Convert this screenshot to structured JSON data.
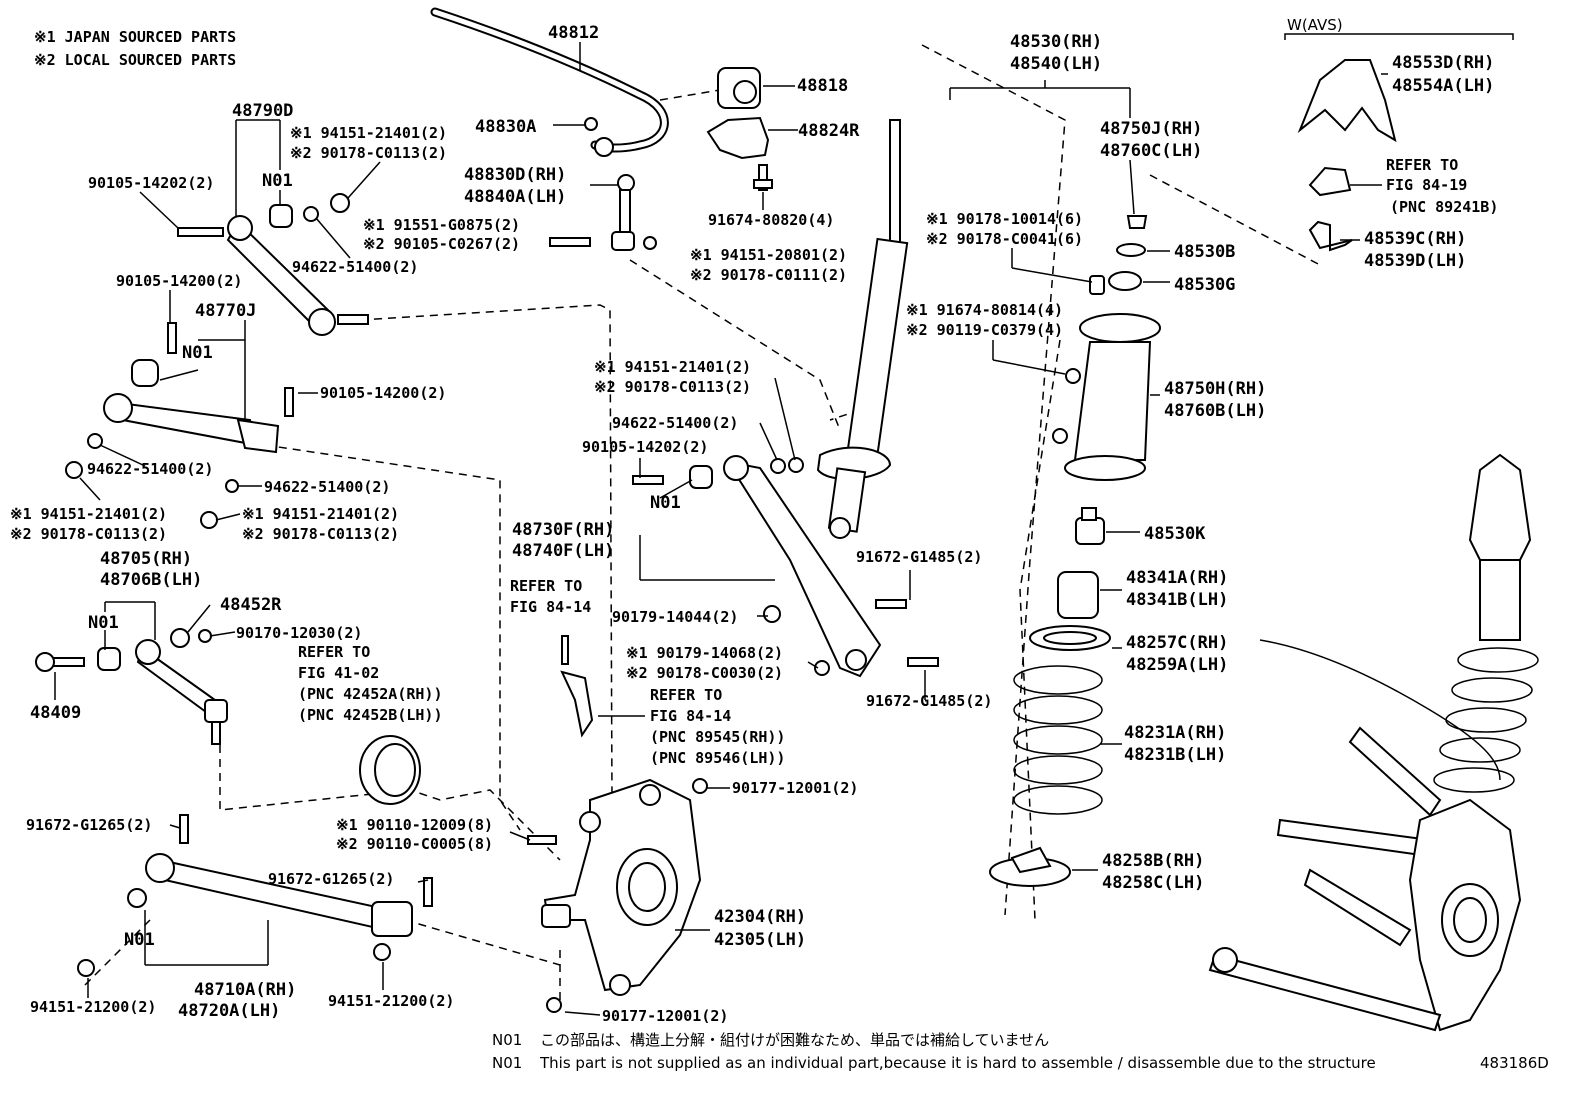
{
  "legend": {
    "japan": "※1 JAPAN SOURCED PARTS",
    "local": "※2 LOCAL SOURCED PARTS"
  },
  "avs": "W(AVS)",
  "labels": {
    "p48812": "48812",
    "p48818": "48818",
    "p48830A": "48830A",
    "p48824R": "48824R",
    "p48830D": "48830D(RH)",
    "p48840A": "48840A(LH)",
    "p91674_80820": "91674-80820(4)",
    "p91551": "※1 91551-G0875(2)",
    "p90105_C0267": "※2 90105-C0267(2)",
    "p94151_20801": "※1 94151-20801(2)",
    "p90178_C0111": "※2 90178-C0111(2)",
    "p48790D": "48790D",
    "p94151_21401_a": "※1 94151-21401(2)",
    "p90178_C0113_a": "※2 90178-C0113(2)",
    "n01_a": "N01",
    "p90105_14202_a": "90105-14202(2)",
    "p94622_51400_a": "94622-51400(2)",
    "p90105_14200_a": "90105-14200(2)",
    "p48770J": "48770J",
    "n01_b": "N01",
    "p90105_14200_b": "90105-14200(2)",
    "p94622_51400_b": "94622-51400(2)",
    "p94622_51400_c": "94622-51400(2)",
    "p94151_21401_b": "※1 94151-21401(2)",
    "p90178_C0113_b": "※2 90178-C0113(2)",
    "p94151_21401_c": "※1 94151-21401(2)",
    "p90178_C0113_c": "※2 90178-C0113(2)",
    "p48705": "48705(RH)",
    "p48706B": "48706B(LH)",
    "n01_c": "N01",
    "p48452R": "48452R",
    "p90170_12030": "90170-12030(2)",
    "p48409": "48409",
    "refer1_a": "REFER TO",
    "refer1_b": "FIG 41-02",
    "refer1_c": "(PNC 42452A(RH))",
    "refer1_d": "(PNC 42452B(LH))",
    "p91672_G1265_a": "91672-G1265(2)",
    "p91672_G1265_b": "91672-G1265(2)",
    "n01_d": "N01",
    "p94151_21200_a": "94151-21200(2)",
    "p48710A": "48710A(RH)",
    "p48720A": "48720A(LH)",
    "p94151_21200_b": "94151-21200(2)",
    "p90110_12009": "※1 90110-12009(8)",
    "p90110_C0005": "※2 90110-C0005(8)",
    "p94151_21401_d": "※1 94151-21401(2)",
    "p90178_C0113_d": "※2 90178-C0113(2)",
    "p94622_51400_d": "94622-51400(2)",
    "p90105_14202_b": "90105-14202(2)",
    "n01_e": "N01",
    "p48730F": "48730F(RH)",
    "p48740F": "48740F(LH)",
    "refer2_a": "REFER TO",
    "refer2_b": "FIG 84-14",
    "p90179_14044": "90179-14044(2)",
    "p90179_14068": "※1 90179-14068(2)",
    "p90178_C0030": "※2 90178-C0030(2)",
    "refer3_a": "REFER TO",
    "refer3_b": "FIG 84-14",
    "refer3_c": "(PNC 89545(RH))",
    "refer3_d": "(PNC 89546(LH))",
    "p90177_12001_a": "90177-12001(2)",
    "p42304": "42304(RH)",
    "p42305": "42305(LH)",
    "p90177_12001_b": "90177-12001(2)",
    "p91672_G1485_a": "91672-G1485(2)",
    "p91672_G1485_b": "91672-G1485(2)",
    "p48530": "48530(RH)",
    "p48540": "48540(LH)",
    "p48750J": "48750J(RH)",
    "p48760C": "48760C(LH)",
    "p90178_10014": "※1 90178-10014(6)",
    "p90178_C0041": "※2 90178-C0041(6)",
    "p48530B": "48530B",
    "p48530G": "48530G",
    "p91674_80814": "※1 91674-80814(4)",
    "p90119_C0379": "※2 90119-C0379(4)",
    "p48750H": "48750H(RH)",
    "p48760B": "48760B(LH)",
    "p48530K": "48530K",
    "p48341A": "48341A(RH)",
    "p48341B": "48341B(LH)",
    "p48257C": "48257C(RH)",
    "p48259A": "48259A(LH)",
    "p48231A": "48231A(RH)",
    "p48231B": "48231B(LH)",
    "p48258B": "48258B(RH)",
    "p48258C": "48258C(LH)",
    "p48553D": "48553D(RH)",
    "p48554A": "48554A(LH)",
    "refer4_a": "REFER TO",
    "refer4_b": "FIG 84-19",
    "refer4_c": "(PNC 89241B)",
    "p48539C": "48539C(RH)",
    "p48539D": "48539D(LH)"
  },
  "footnotes": {
    "n01_jp_tag": "N01",
    "n01_jp": "この部品は、構造上分解・組付けが困難なため、単品では補給していません",
    "n01_en_tag": "N01",
    "n01_en": "This part is not supplied as an individual part,because it is hard to assemble / disassemble due to the structure"
  },
  "figure_id": "483186D"
}
